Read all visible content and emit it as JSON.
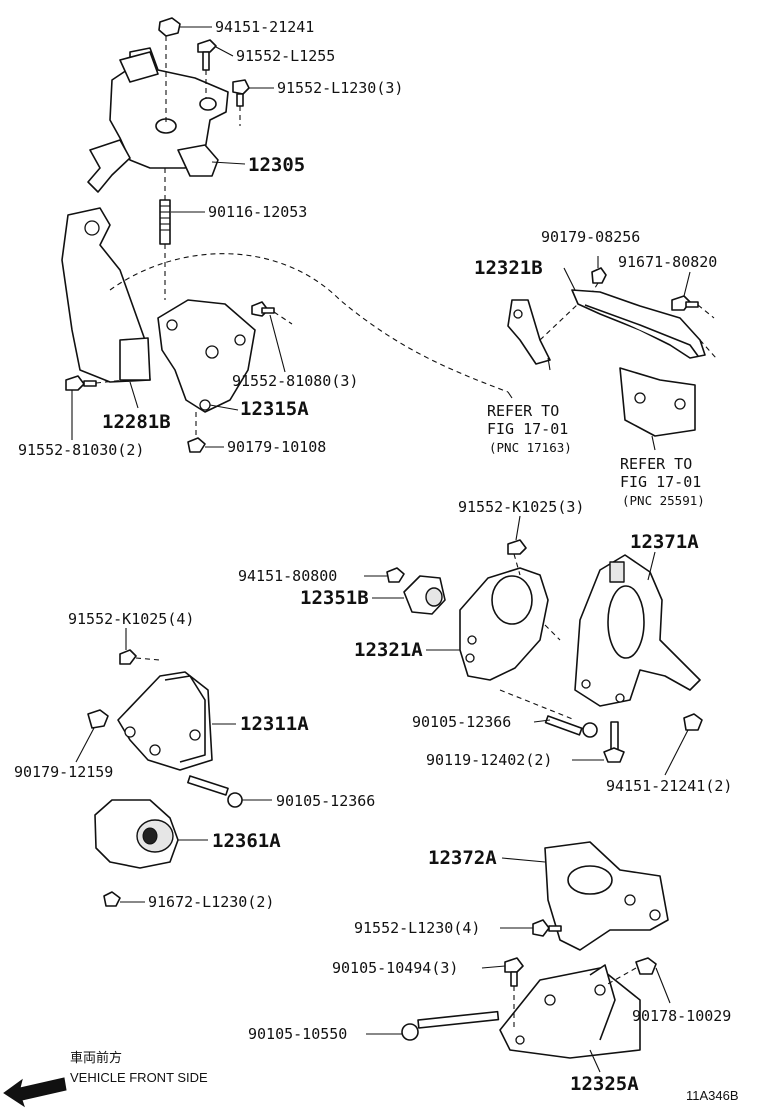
{
  "callouts": {
    "c_94151_21241": "94151-21241",
    "c_91552_L1255": "91552-L1255",
    "c_91552_L1230_3": "91552-L1230(3)",
    "c_12305": "12305",
    "c_90116_12053": "90116-12053",
    "c_90179_08256": "90179-08256",
    "c_12321B": "12321B",
    "c_91671_80820": "91671-80820",
    "c_91552_81080_3": "91552-81080(3)",
    "c_12281B": "12281B",
    "c_12315A": "12315A",
    "c_91552_81030_2": "91552-81030(2)",
    "c_90179_10108": "90179-10108",
    "c_91552_K1025_3": "91552-K1025(3)",
    "c_12371A": "12371A",
    "c_94151_80800": "94151-80800",
    "c_12351B": "12351B",
    "c_12321A": "12321A",
    "c_91552_K1025_4": "91552-K1025(4)",
    "c_12311A": "12311A",
    "c_90179_12159": "90179-12159",
    "c_90105_12366_a": "90105-12366",
    "c_90119_12402_2": "90119-12402(2)",
    "c_94151_21241_2": "94151-21241(2)",
    "c_90105_12366_b": "90105-12366",
    "c_12361A": "12361A",
    "c_91672_L1230_2": "91672-L1230(2)",
    "c_12372A": "12372A",
    "c_91552_L1230_4": "91552-L1230(4)",
    "c_90105_10494_3": "90105-10494(3)",
    "c_90178_10029": "90178-10029",
    "c_90105_10550": "90105-10550",
    "c_12325A": "12325A"
  },
  "references": {
    "ref1_line1": "REFER TO",
    "ref1_line2": "FIG 17-01",
    "ref1_line3": "(PNC 17163)",
    "ref2_line1": "REFER TO",
    "ref2_line2": "FIG 17-01",
    "ref2_line3": "(PNC 25591)"
  },
  "footer": {
    "direction_jp": "車両前方",
    "direction_en": "VEHICLE FRONT SIDE",
    "figure_code": "11A346B"
  }
}
